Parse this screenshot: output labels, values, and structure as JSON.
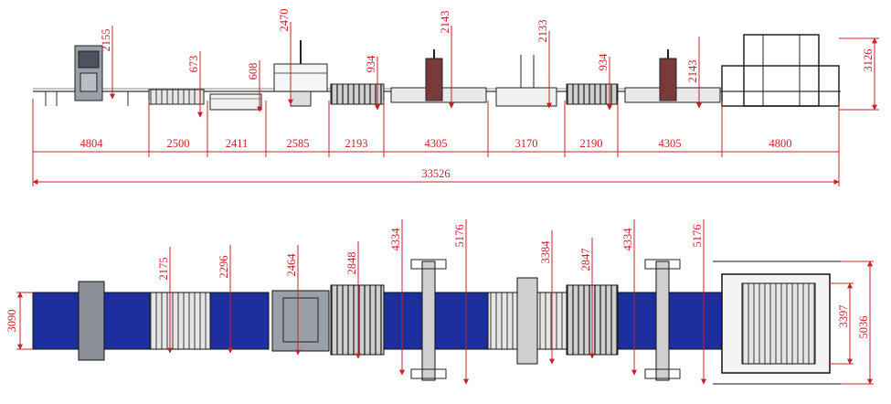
{
  "colors": {
    "dimension": "#c8202a",
    "machine_line": "#2a2a2a",
    "conveyor_blue": "#1d2f9e",
    "machine_fill": "#8a8f98"
  },
  "elevation_view": {
    "height_dims": [
      "2155",
      "673",
      "608",
      "2470",
      "934",
      "2143",
      "2133",
      "934",
      "2143",
      "3126"
    ],
    "length_dims": [
      "4804",
      "2500",
      "2411",
      "2585",
      "2193",
      "4305",
      "3170",
      "2190",
      "4305",
      "4800"
    ],
    "overall_length": "33526"
  },
  "plan_view": {
    "width_dims": [
      "3090",
      "2175",
      "2296",
      "2464",
      "2848",
      "4334",
      "5176",
      "3384",
      "2847",
      "4334",
      "5176",
      "3397",
      "5036"
    ]
  }
}
